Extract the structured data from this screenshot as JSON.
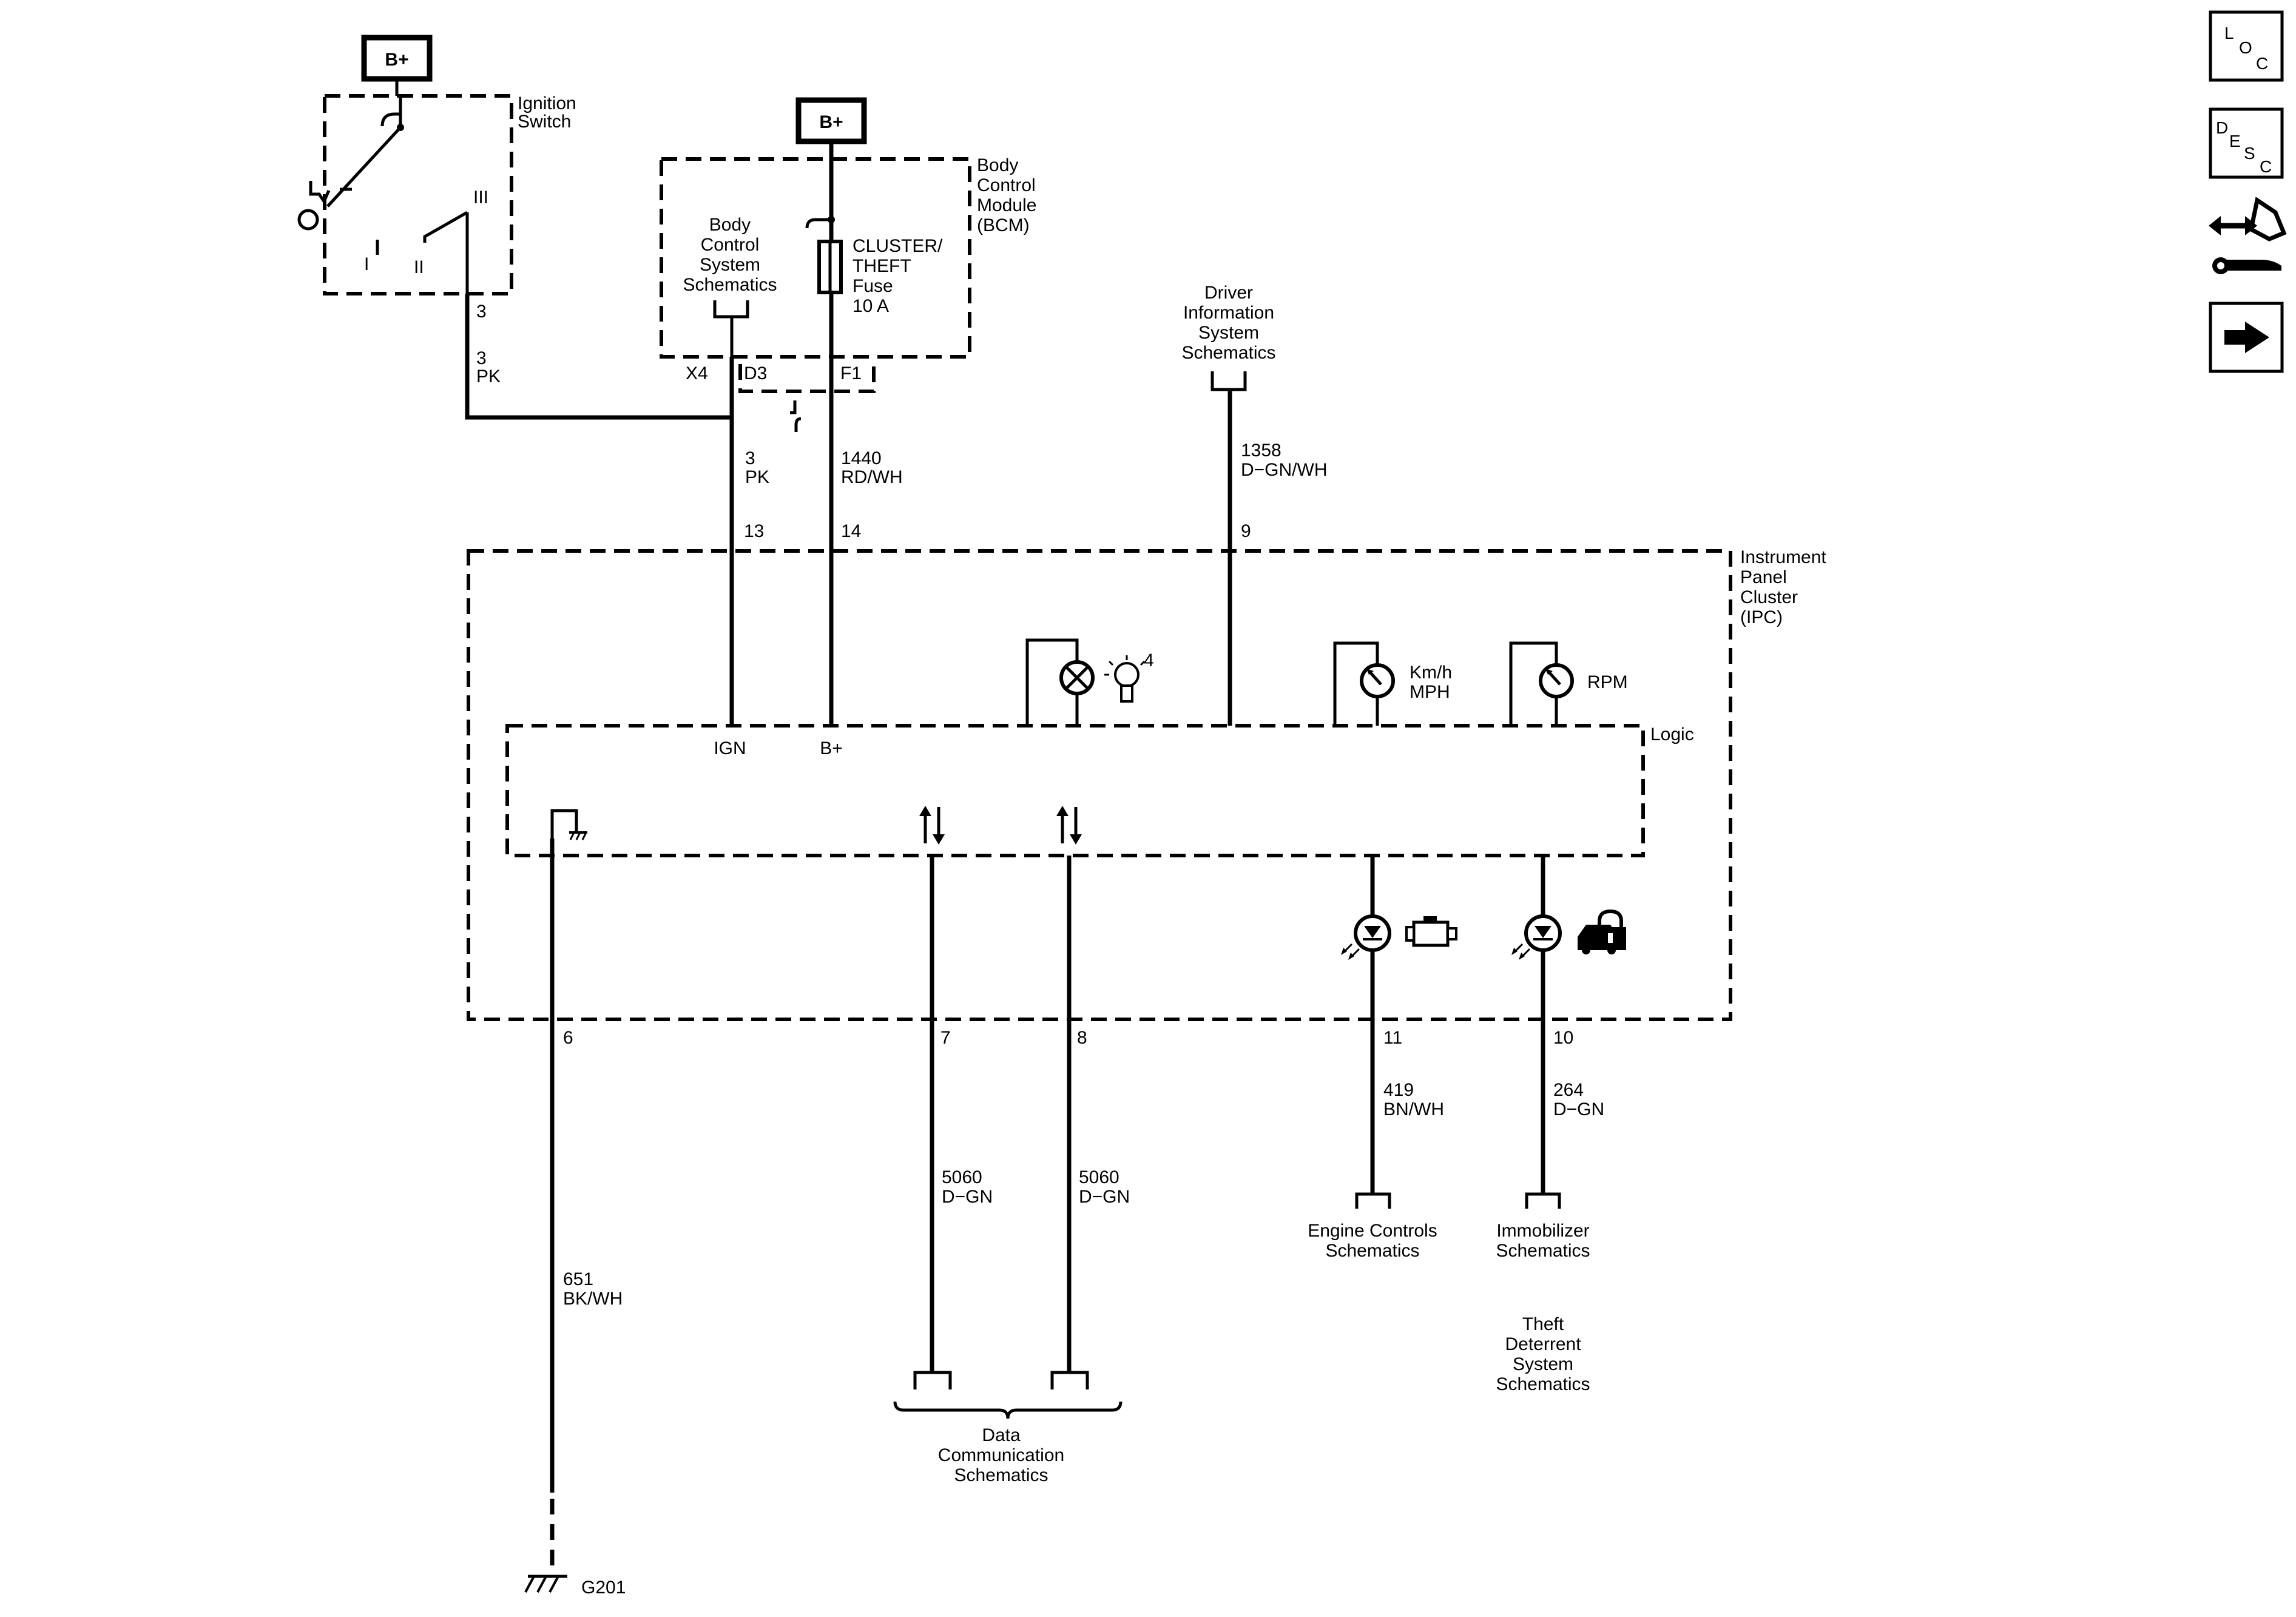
{
  "power_label": "B+",
  "ignition_switch": {
    "title_line1": "Ignition",
    "title_line2": "Switch",
    "pos_1": "I",
    "pos_2": "II",
    "pos_3": "III",
    "pin": "3",
    "wire_num": "3",
    "wire_color": "PK"
  },
  "bcm": {
    "title_lines": [
      "Body",
      "Control",
      "Module",
      "(BCM)"
    ],
    "schematics_lines": [
      "Body",
      "Control",
      "System",
      "Schematics"
    ],
    "fuse_lines": [
      "CLUSTER/",
      "THEFT",
      "Fuse",
      "10 A"
    ],
    "pin_x4": "X4",
    "pin_d3": "D3",
    "pin_f1": "F1"
  },
  "wires": {
    "ign_num": "3",
    "ign_color": "PK",
    "batt_num": "1440",
    "batt_color": "RD/WH",
    "dis_num": "1358",
    "dis_color": "D−GN/WH",
    "gnd_num": "651",
    "gnd_color": "BK/WH",
    "data1_num": "5060",
    "data1_color": "D−GN",
    "data2_num": "5060",
    "data2_color": "D−GN",
    "eng_num": "419",
    "eng_color": "BN/WH",
    "imm_num": "264",
    "imm_color": "D−GN"
  },
  "dis": {
    "lines": [
      "Driver",
      "Information",
      "System",
      "Schematics"
    ]
  },
  "ipc": {
    "title_lines": [
      "Instrument",
      "Panel",
      "Cluster",
      "(IPC)"
    ],
    "logic": "Logic",
    "ign": "IGN",
    "bplus": "B+",
    "pin_13": "13",
    "pin_14": "14",
    "pin_9": "9",
    "pin_6": "6",
    "pin_7": "7",
    "pin_8": "8",
    "pin_11": "11",
    "pin_10": "10",
    "bulb_count": "4",
    "speedo_line1": "Km/h",
    "speedo_line2": "MPH",
    "tach": "RPM"
  },
  "ground": "G201",
  "data_comm": {
    "lines": [
      "Data",
      "Communication",
      "Schematics"
    ]
  },
  "engine_controls": {
    "lines": [
      "Engine Controls",
      "Schematics"
    ]
  },
  "immobilizer": {
    "lines": [
      "Immobilizer",
      "Schematics"
    ]
  },
  "theft": {
    "lines": [
      "Theft",
      "Deterrent",
      "System",
      "Schematics"
    ]
  },
  "nav": {
    "loc": [
      "L",
      "O",
      "C"
    ],
    "desc": [
      "D",
      "E",
      "S",
      "C"
    ]
  }
}
